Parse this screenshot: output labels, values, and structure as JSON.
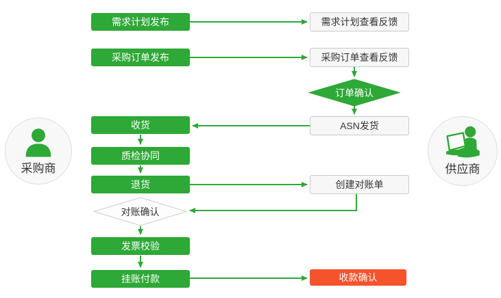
{
  "diagram": {
    "actors": {
      "buyer": {
        "label": "采购商"
      },
      "supplier": {
        "label": "供应商"
      }
    },
    "nodes": {
      "demand_plan_publish": {
        "label": "需求计划发布",
        "shape": "box",
        "style": "green"
      },
      "demand_plan_feedback": {
        "label": "需求计划查看反馈",
        "shape": "box",
        "style": "white"
      },
      "po_publish": {
        "label": "采购订单发布",
        "shape": "box",
        "style": "green"
      },
      "po_feedback": {
        "label": "采购订单查看反馈",
        "shape": "box",
        "style": "white"
      },
      "order_confirm": {
        "label": "订单确认",
        "shape": "diamond",
        "style": "green"
      },
      "asn_ship": {
        "label": "ASN发货",
        "shape": "box",
        "style": "white"
      },
      "receive": {
        "label": "收货",
        "shape": "box",
        "style": "green"
      },
      "quality_check": {
        "label": "质检协同",
        "shape": "box",
        "style": "green"
      },
      "return_goods": {
        "label": "退货",
        "shape": "box",
        "style": "green"
      },
      "create_statement": {
        "label": "创建对账单",
        "shape": "box",
        "style": "white"
      },
      "reconcile_confirm": {
        "label": "对账确认",
        "shape": "diamond",
        "style": "white"
      },
      "invoice_verify": {
        "label": "发票校验",
        "shape": "box",
        "style": "green"
      },
      "book_payment": {
        "label": "挂账付款",
        "shape": "box",
        "style": "green"
      },
      "receipt_confirm": {
        "label": "收款确认",
        "shape": "box",
        "style": "red"
      }
    },
    "edges": [
      {
        "from": "demand_plan_publish",
        "to": "demand_plan_feedback"
      },
      {
        "from": "po_publish",
        "to": "po_feedback"
      },
      {
        "from": "po_feedback",
        "to": "order_confirm"
      },
      {
        "from": "order_confirm",
        "to": "asn_ship"
      },
      {
        "from": "asn_ship",
        "to": "receive"
      },
      {
        "from": "receive",
        "to": "quality_check"
      },
      {
        "from": "quality_check",
        "to": "return_goods"
      },
      {
        "from": "return_goods",
        "to": "create_statement"
      },
      {
        "from": "create_statement",
        "to": "reconcile_confirm"
      },
      {
        "from": "reconcile_confirm",
        "to": "invoice_verify"
      },
      {
        "from": "invoice_verify",
        "to": "book_payment"
      },
      {
        "from": "book_payment",
        "to": "receipt_confirm"
      }
    ],
    "colors": {
      "green": "#2EA836",
      "red": "#F4532C",
      "box_border": "#C9C9C9",
      "box_fill": "#F7F7F7"
    }
  }
}
